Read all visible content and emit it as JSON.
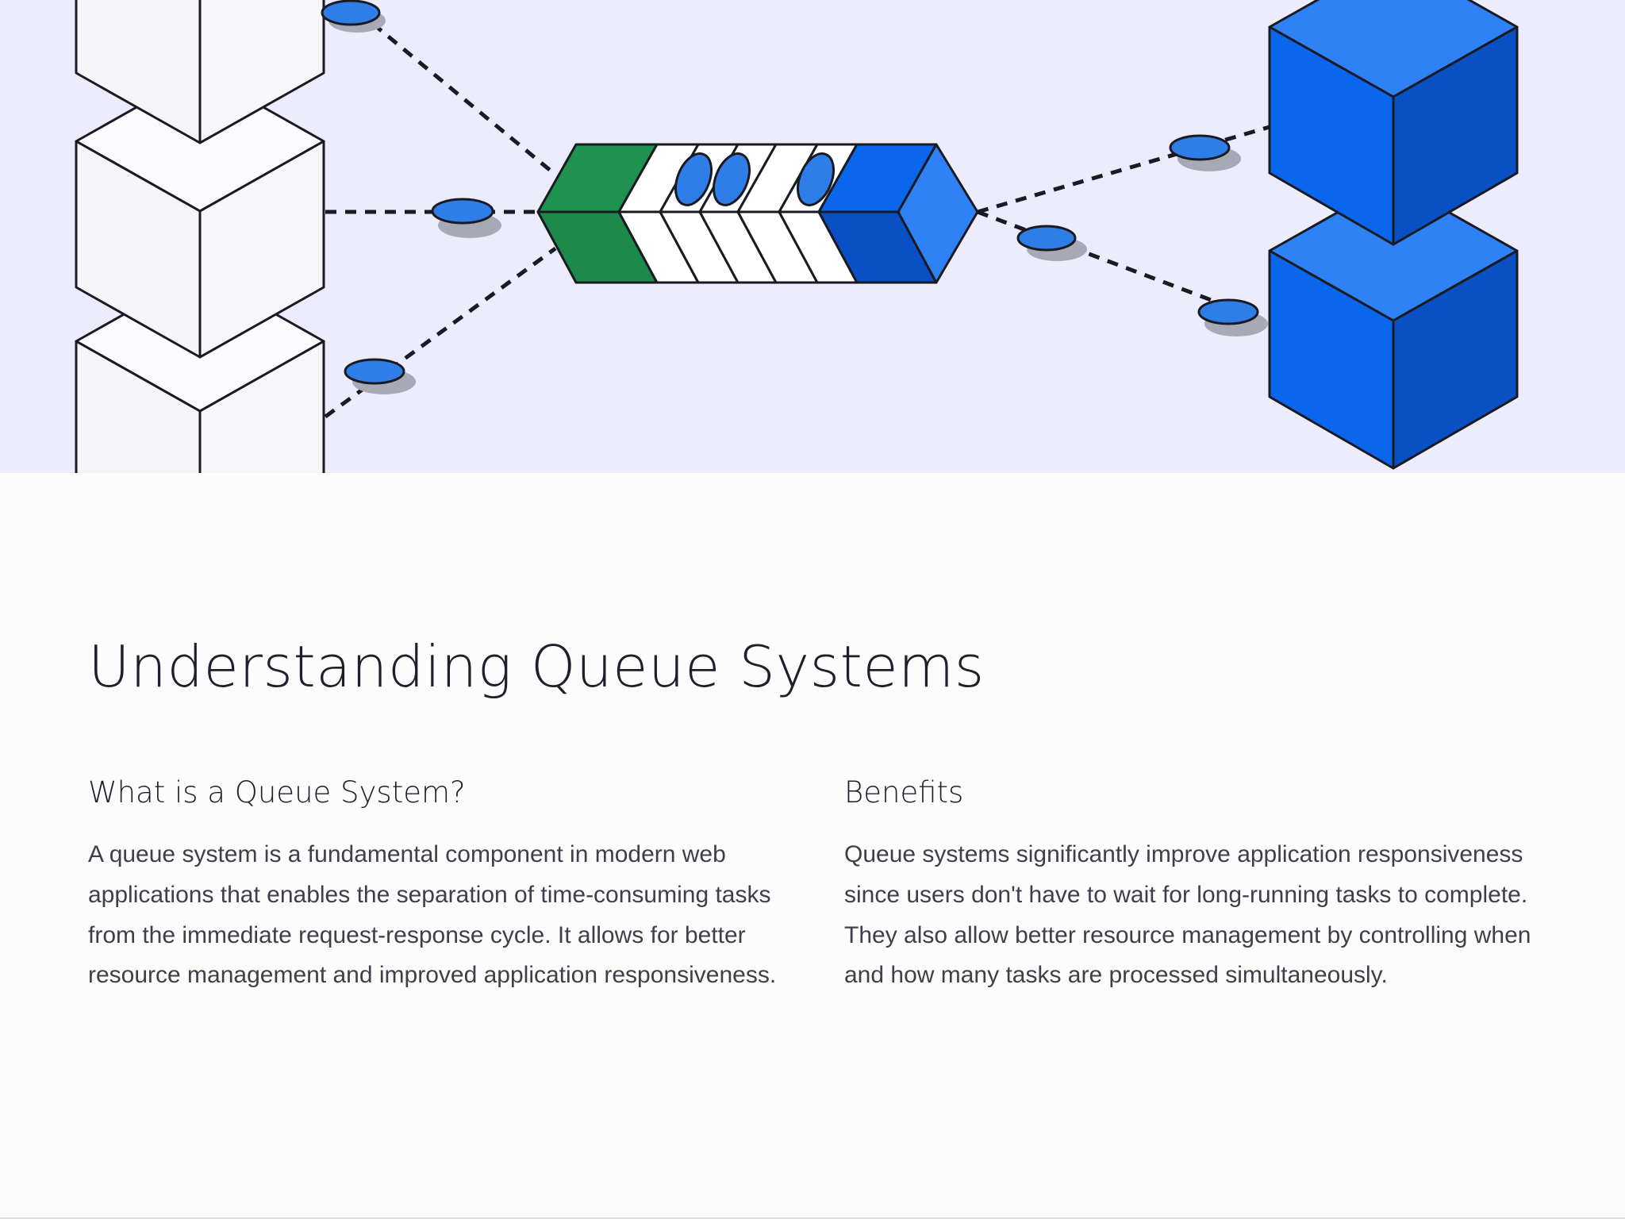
{
  "hero": {
    "colors": {
      "background": "#ececfc",
      "blue": "#0a66ec",
      "blue_light": "#2f82f5",
      "blue_dark": "#0850c4",
      "green": "#1f9150",
      "white_box": "#f6f6f9",
      "outline": "#1a1a22",
      "token": "#2f7de6",
      "token_shadow": "#a9a9b6"
    },
    "icons": [
      "producer-cube",
      "queue-pipeline",
      "message-token",
      "consumer-cube"
    ]
  },
  "article": {
    "title": "Understanding Queue Systems",
    "sections": [
      {
        "heading": "What is a Queue System?",
        "body": "A queue system is a fundamental component in modern web applications that enables the separation of time-consuming tasks from the immediate request-response cycle. It allows for better resource management and improved application responsiveness."
      },
      {
        "heading": "Benefits",
        "body": "Queue systems significantly improve application responsiveness since users don't have to wait for long-running tasks to complete. They also allow better resource management by controlling when and how many tasks are processed simultaneously."
      }
    ]
  }
}
